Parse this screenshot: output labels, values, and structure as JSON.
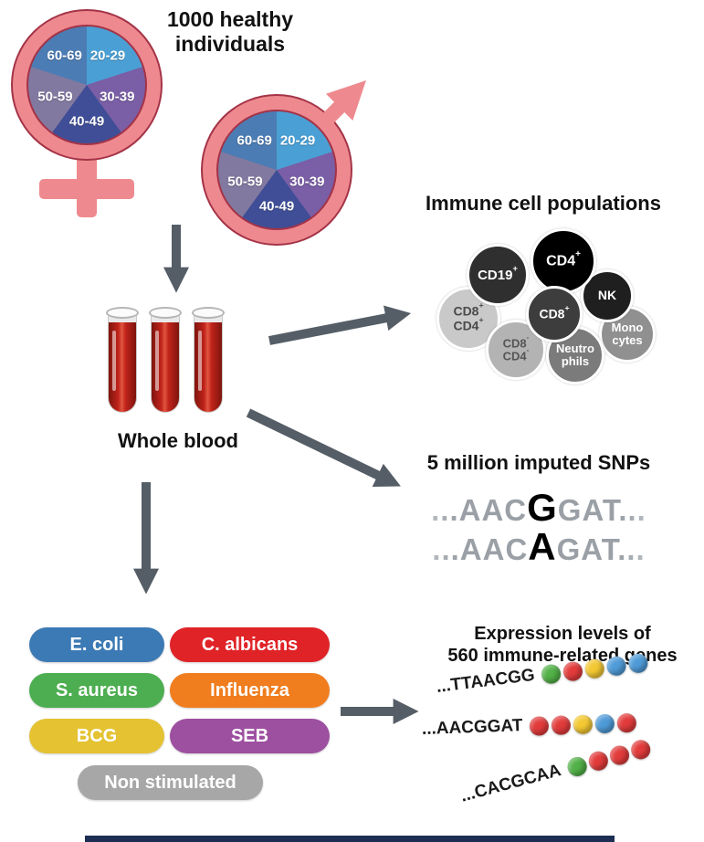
{
  "colors": {
    "pink": "#ee8a8f",
    "pink_outline": "#a43347",
    "arrow_gray": "#555d66",
    "banner_navy": "#1d2e52"
  },
  "cohort": {
    "title_line1": "1000 healthy",
    "title_line2": "individuals",
    "age_groups": [
      "20-29",
      "30-39",
      "40-49",
      "50-59",
      "60-69"
    ],
    "pie_colors": [
      "#4a9fd4",
      "#7a5ea6",
      "#3f4e96",
      "#8279a0",
      "#4c7cb4"
    ]
  },
  "whole_blood": {
    "label": "Whole blood"
  },
  "immune_cells": {
    "title": "Immune cell populations",
    "cells": [
      {
        "l1": "CD19",
        "s1": "+",
        "l2": "",
        "s2": "",
        "color": "#2f2f2f",
        "text": "#ffffff"
      },
      {
        "l1": "CD4",
        "s1": "+",
        "l2": "",
        "s2": "",
        "color": "#000000",
        "text": "#ffffff"
      },
      {
        "l1": "NK",
        "s1": "",
        "l2": "",
        "s2": "",
        "color": "#1f1f1f",
        "text": "#ffffff"
      },
      {
        "l1": "CD8",
        "s1": "+",
        "l2": "",
        "s2": "",
        "color": "#3d3d3d",
        "text": "#ffffff"
      },
      {
        "l1": "CD8",
        "s1": "+",
        "l2": "CD4",
        "s2": "+",
        "color": "#c9c9c9",
        "text": "#4a4a4a"
      },
      {
        "l1": "CD8",
        "s1": "-",
        "l2": "CD4",
        "s2": "-",
        "color": "#b3b3b3",
        "text": "#555555"
      },
      {
        "l1": "Neutro",
        "s1": "",
        "l2": "phils",
        "s2": "",
        "color": "#7b7b7b",
        "text": "#ffffff"
      },
      {
        "l1": "Mono",
        "s1": "",
        "l2": "cytes",
        "s2": "",
        "color": "#909090",
        "text": "#ffffff"
      }
    ]
  },
  "snps": {
    "title": "5 million imputed SNPs",
    "sequences": [
      {
        "prefix": "...AAC",
        "variant": "G",
        "suffix": "GAT..."
      },
      {
        "prefix": "...AAC",
        "variant": "A",
        "suffix": "GAT..."
      }
    ]
  },
  "stimuli": {
    "items": [
      {
        "label": "E. coli",
        "color": "#3c7ab5"
      },
      {
        "label": "C. albicans",
        "color": "#e02327"
      },
      {
        "label": "S. aureus",
        "color": "#4cae50"
      },
      {
        "label": "Influenza",
        "color": "#f07d1e"
      },
      {
        "label": "BCG",
        "color": "#e4c231"
      },
      {
        "label": "SEB",
        "color": "#9d4fa0"
      },
      {
        "label": "Non stimulated",
        "color": "#a7a7a7"
      }
    ]
  },
  "expression": {
    "title_line1": "Expression levels of",
    "title_line2": "560 immune-related genes",
    "rows": [
      {
        "sequence": "...TTAACGG",
        "beads": [
          "#52b148",
          "#e23b3b",
          "#f3c832",
          "#4f9bd8",
          "#4f9bd8"
        ]
      },
      {
        "sequence": "...AACGGAT",
        "beads": [
          "#e23b3b",
          "#e23b3b",
          "#f3c832",
          "#4f9bd8",
          "#e23b3b"
        ]
      },
      {
        "sequence": "...CACGCAA",
        "beads": [
          "#52b148",
          "#e23b3b",
          "#e23b3b",
          "#e23b3b"
        ]
      }
    ]
  }
}
